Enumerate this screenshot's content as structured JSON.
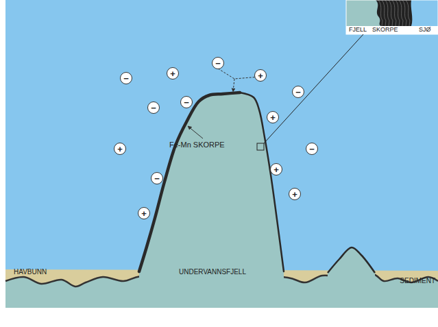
{
  "diagram": {
    "nodes": [
      {
        "text": [
          "−"
        ]
      },
      {
        "text": [
          "+"
        ]
      },
      {
        "text": [
          "+"
        ]
      },
      {
        "text": [
          "−"
        ]
      },
      {
        "text": [
          "−"
        ]
      },
      {
        "text": [
          "−"
        ]
      },
      {
        "text": [
          "−"
        ]
      },
      {
        "text": [
          "+"
        ]
      },
      {
        "text": [
          "+"
        ]
      },
      {
        "text": [
          "−"
        ]
      },
      {
        "text": [
          "+"
        ]
      },
      {
        "text": [
          "−"
        ]
      },
      {
        "text": [
          "+"
        ]
      },
      {
        "text": [
          "+"
        ]
      }
    ],
    "labels": [
      "Fe-Mn SKORPE",
      "UNDERVANNSFJELL",
      "HAVBUNN",
      "SEDIMENT",
      "FJELL",
      "SKORPE",
      "SJØ"
    ]
  }
}
